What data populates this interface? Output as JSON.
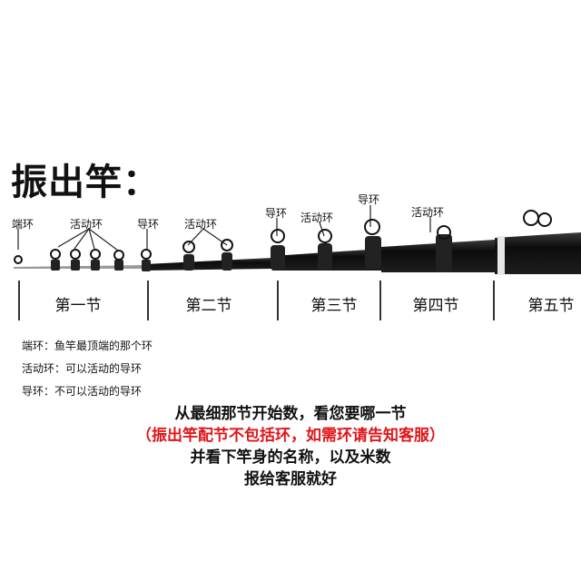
{
  "title": "振出竿：",
  "ring_labels": {
    "tip_ring": "端环",
    "sliding_ring_1": "活动环",
    "guide_ring_1": "导环",
    "sliding_ring_2": "活动环",
    "guide_ring_2": "导环",
    "sliding_ring_3": "活动环",
    "guide_ring_3": "导环",
    "sliding_ring_4": "活动环"
  },
  "sections": [
    "第一节",
    "第二节",
    "第三节",
    "第四节",
    "第五节"
  ],
  "legend": [
    "端环：鱼竿最顶端的那个环",
    "活动环：可以活动的导环",
    "导环：不可以活动的导环"
  ],
  "instructions": {
    "line1": "从最细那节开始数，看您要哪一节",
    "line2": "（振出竿配节不包括环，如需环请告知客服）",
    "line3": "并看下竿身的名称，以及米数",
    "line4": "报给客服就好"
  },
  "colors": {
    "rod": "#111111",
    "highlight_text": "#e0151a",
    "band": "#e6e6e6"
  }
}
